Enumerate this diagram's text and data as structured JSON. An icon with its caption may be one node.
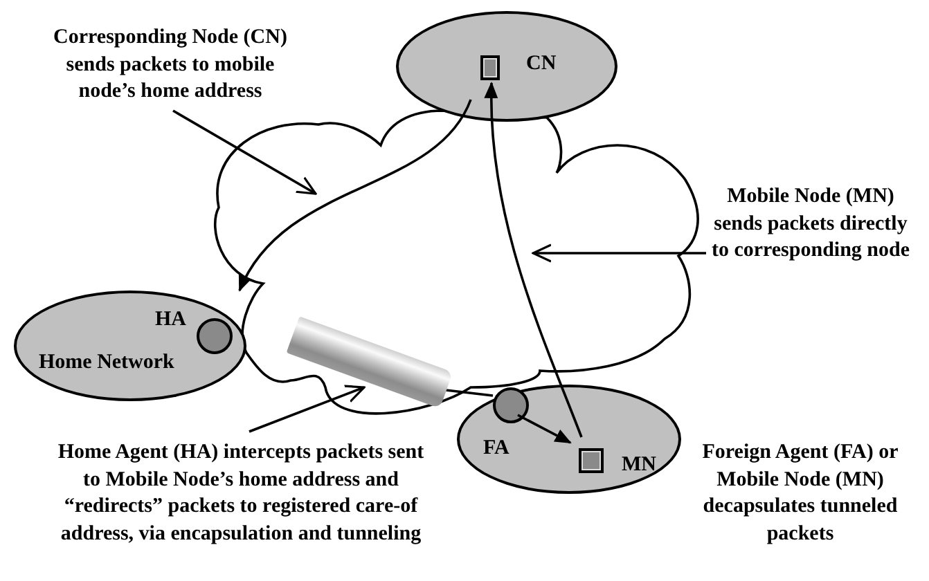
{
  "diagram": {
    "nodes": [
      {
        "text": [
          "CN"
        ]
      },
      {
        "text": [],
        "shape": "box",
        "in": 0
      },
      {
        "text": [
          "Home Network"
        ]
      },
      {
        "text": [],
        "shape": "circle",
        "in": 2,
        "beside": [
          "HA"
        ]
      },
      {
        "text": [],
        "shape": "ellipse"
      },
      {
        "text": [],
        "shape": "circle",
        "in": 4,
        "beside": [
          "FA"
        ]
      },
      {
        "text": [],
        "shape": "box",
        "in": 4,
        "beside": [
          "MN"
        ]
      },
      {
        "text": [],
        "shape": "cylinder"
      },
      {
        "text": [
          "Corresponding Node (CN) sends packets to mobile node’s home address"
        ]
      },
      {
        "text": [
          "Mobile Node (MN) sends packets directly to corresponding node"
        ]
      },
      {
        "text": [
          "Home Agent (HA) intercepts packets sent to Mobile Node’s home address and “redirects” packets to registered care-of address, via encapsulation and tunneling"
        ]
      }
    ],
    "edges": [
      {
        "from": 8,
        "to": null,
        "arrow": "to"
      },
      {
        "from": 9,
        "to": null,
        "arrow": "to"
      },
      {
        "from": 10,
        "to": 7,
        "arrow": "to"
      },
      {
        "from": 0,
        "to": 2,
        "arrow": "to"
      },
      {
        "from": 6,
        "to": 1,
        "arrow": "to"
      },
      {
        "from": 7,
        "to": 5,
        "arrow": "none"
      },
      {
        "from": 5,
        "to": 6,
        "arrow": "to"
      }
    ],
    "labels": [
      "Foreign Agent (FA) or Mobile Node (MN) decapsulates tunneled packets"
    ]
  }
}
